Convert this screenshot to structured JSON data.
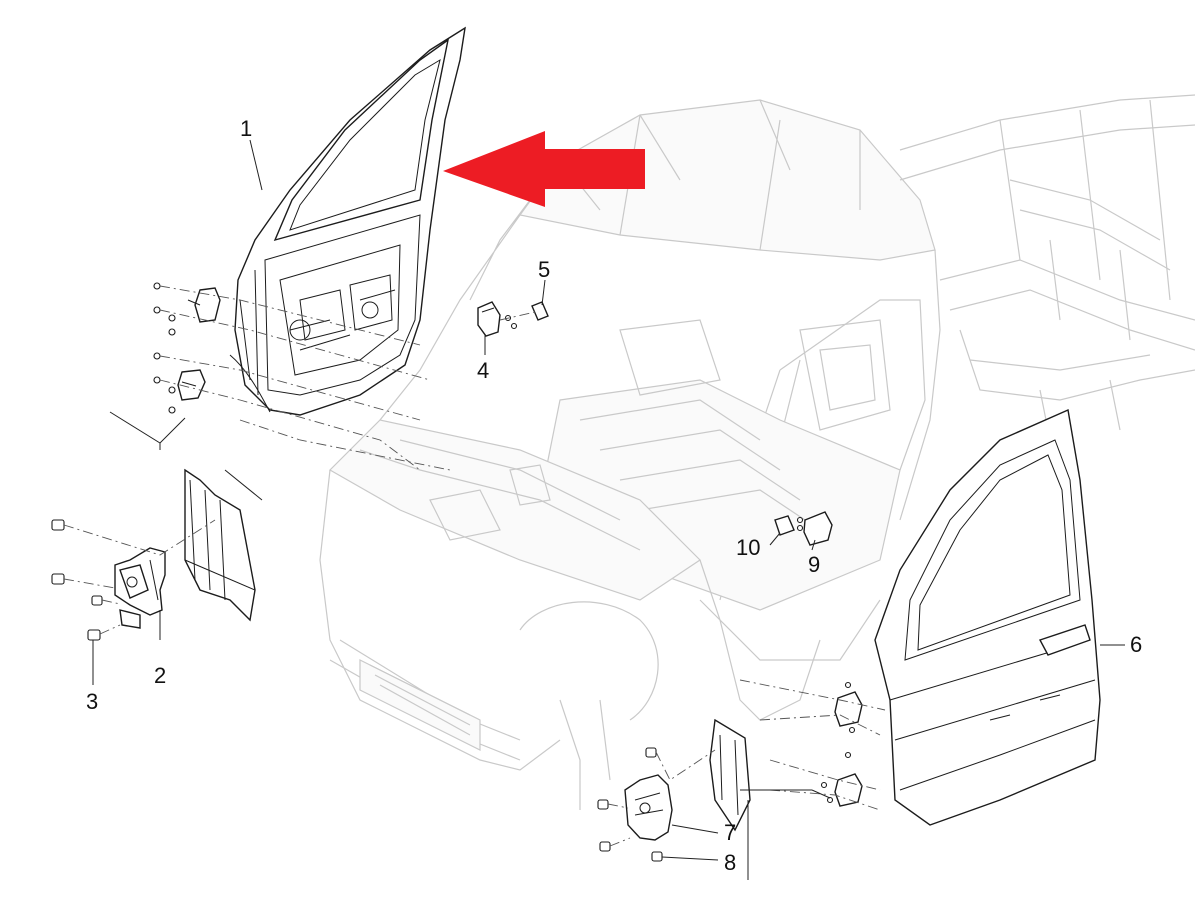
{
  "callouts": [
    {
      "id": "1",
      "label": "1"
    },
    {
      "id": "2",
      "label": "2"
    },
    {
      "id": "3",
      "label": "3"
    },
    {
      "id": "4",
      "label": "4"
    },
    {
      "id": "5",
      "label": "5"
    },
    {
      "id": "6",
      "label": "6"
    },
    {
      "id": "7",
      "label": "7"
    },
    {
      "id": "8",
      "label": "8"
    },
    {
      "id": "9",
      "label": "9"
    },
    {
      "id": "10",
      "label": "10"
    }
  ],
  "colors": {
    "arrow": "#ed1c24",
    "line_art": "#1c1c1c",
    "ghost_body": "#c9c9c9",
    "background": "#ffffff"
  }
}
